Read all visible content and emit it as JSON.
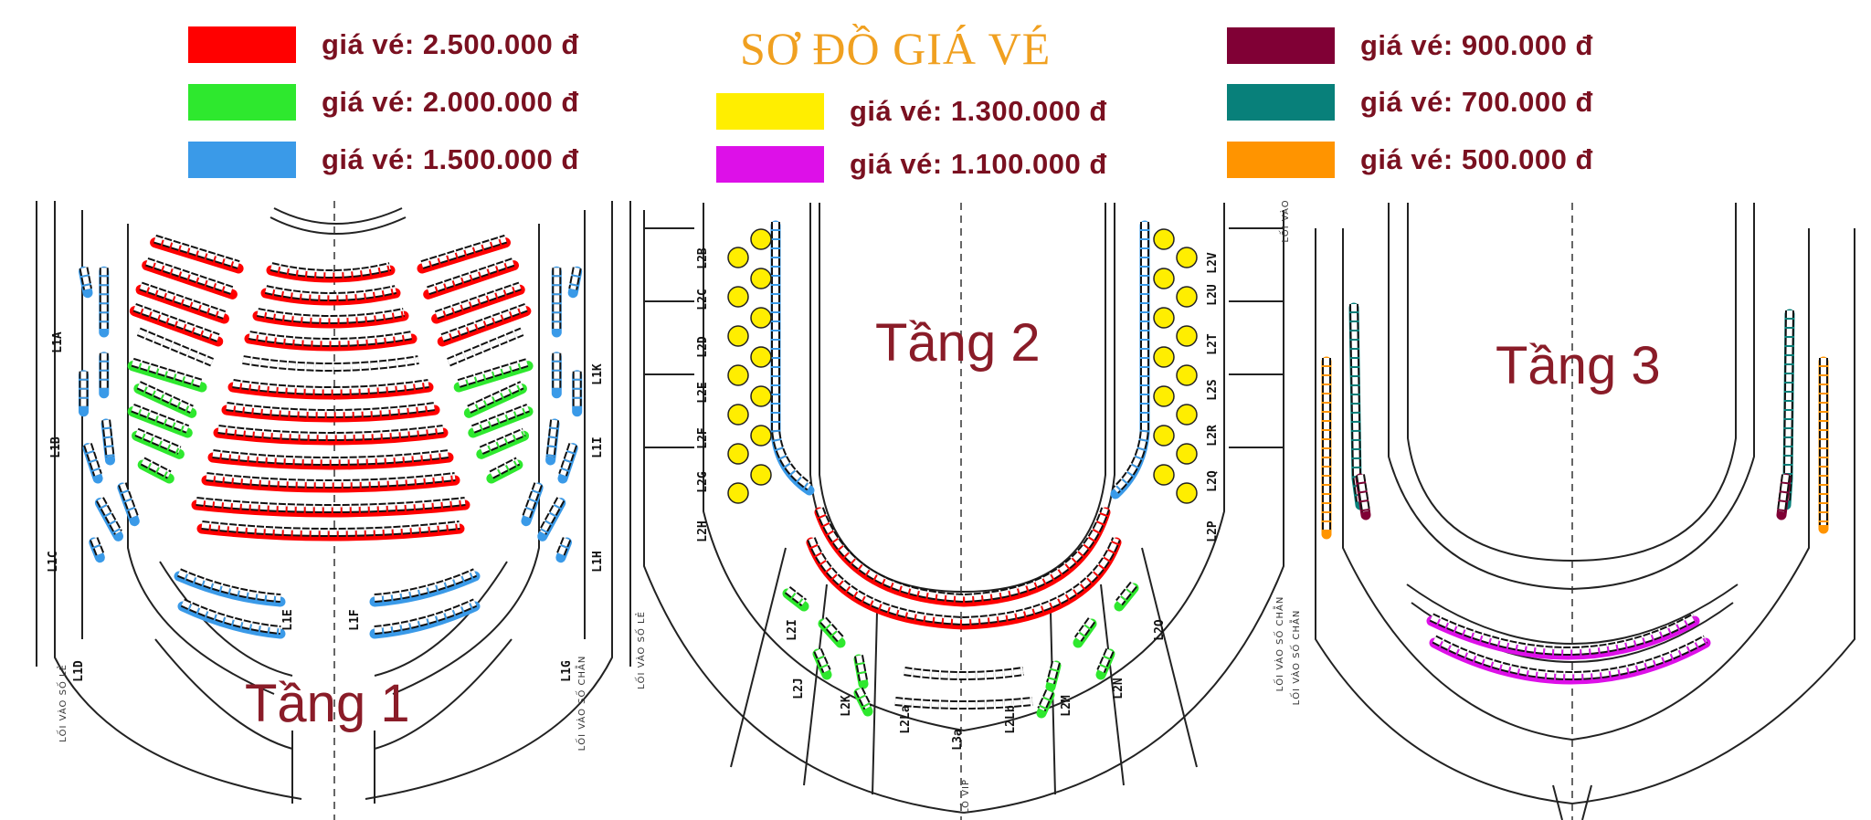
{
  "title": "SƠ ĐỒ GIÁ VÉ",
  "legend": [
    {
      "label": "giá vé: 2.500.000 đ",
      "color": "#ff0000"
    },
    {
      "label": "giá vé: 2.000.000 đ",
      "color": "#2ee82e"
    },
    {
      "label": "giá vé: 1.500.000 đ",
      "color": "#3a9ae8"
    },
    {
      "label": "giá vé: 1.300.000 đ",
      "color": "#ffee00"
    },
    {
      "label": "giá vé: 1.100.000 đ",
      "color": "#dd10e8"
    },
    {
      "label": "giá vé: 900.000 đ",
      "color": "#800035"
    },
    {
      "label": "giá vé: 700.000 đ",
      "color": "#08807a"
    },
    {
      "label": "giá vé: 500.000 đ",
      "color": "#ff9400"
    }
  ],
  "floors": {
    "f1": "Tầng 1",
    "f2": "Tầng 2",
    "f3": "Tầng 3"
  },
  "boxes": {
    "f1": [
      "L1A",
      "L1B",
      "L1C",
      "L1D",
      "L1E",
      "L1F",
      "L1G",
      "L1H",
      "L1I",
      "L1K"
    ],
    "f2": [
      "L2B",
      "L2C",
      "L2D",
      "L2E",
      "L2F",
      "L2G",
      "L2H",
      "L2V",
      "L2U",
      "L2T",
      "L2S",
      "L2R",
      "L2Q",
      "L2P",
      "L2I",
      "L2J",
      "L2K",
      "L2La",
      "L3a",
      "L2Lb",
      "L2M",
      "L2N",
      "L2O"
    ]
  },
  "entrances": {
    "odd": "LỐI VÀO SỐ LẺ",
    "even": "LỐI VÀO SỐ CHẴN",
    "entry": "LỐI VÀO",
    "vip": "LÔ VIP"
  }
}
